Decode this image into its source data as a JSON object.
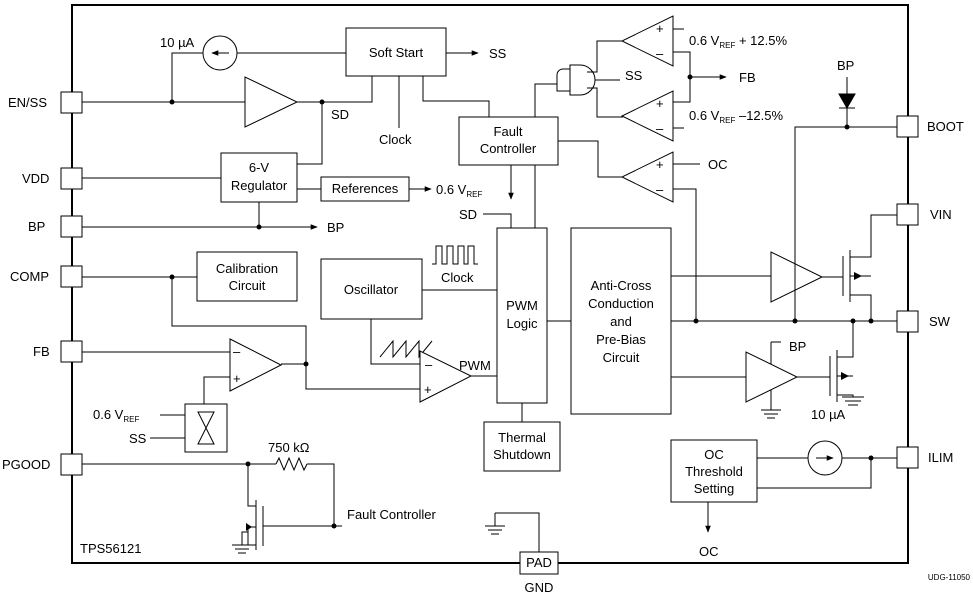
{
  "pins_left": {
    "en_ss": "EN/SS",
    "vdd": "VDD",
    "bp": "BP",
    "comp": "COMP",
    "fb": "FB",
    "pgood": "PGOOD"
  },
  "pins_right": {
    "boot": "BOOT",
    "vin": "VIN",
    "sw": "SW",
    "ilim": "ILIM"
  },
  "pin_bottom": {
    "pad": "PAD",
    "gnd": "GND"
  },
  "blocks": {
    "soft_start": "Soft Start",
    "regulator_line1": "6-V",
    "regulator_line2": "Regulator",
    "references": "References",
    "fault_controller_line1": "Fault",
    "fault_controller_line2": "Controller",
    "calibration_line1": "Calibration",
    "calibration_line2": "Circuit",
    "oscillator": "Oscillator",
    "pwm_logic_line1": "PWM",
    "pwm_logic_line2": "Logic",
    "anti_cross_line1": "Anti-Cross",
    "anti_cross_line2": "Conduction",
    "anti_cross_line3": "and",
    "anti_cross_line4": "Pre-Bias",
    "anti_cross_line5": "Circuit",
    "thermal_line1": "Thermal",
    "thermal_line2": "Shutdown",
    "oc_threshold_line1": "OC",
    "oc_threshold_line2": "Threshold",
    "oc_threshold_line3": "Setting"
  },
  "labels": {
    "current_source_top": "10 µA",
    "ss_out": "SS",
    "sd_1": "SD",
    "clock_1": "Clock",
    "vref_ref_prefix": "0.6 V",
    "vref_sub": "REF",
    "bp_arrow": "BP",
    "sd_2": "SD",
    "clock_2": "Clock",
    "pwm": "PWM",
    "vref_cal_prefix": "0.6 V",
    "ss_cal": "SS",
    "resistor": "750 kΩ",
    "fault_controller_pg": "Fault Controller",
    "part_number": "TPS56121",
    "ss_and": "SS",
    "fb_out": "FB",
    "comp_high_prefix": "0.6 V",
    "comp_high_suffix": " + 12.5%",
    "comp_low_prefix": "0.6 V",
    "comp_low_suffix": " –12.5%",
    "oc_comp": "OC",
    "bp_top": "BP",
    "bp_low": "BP",
    "current_source_low": "10 µA",
    "oc_out": "OC",
    "plus": "+",
    "minus": "–",
    "drawing_id": "UDG-11050"
  }
}
